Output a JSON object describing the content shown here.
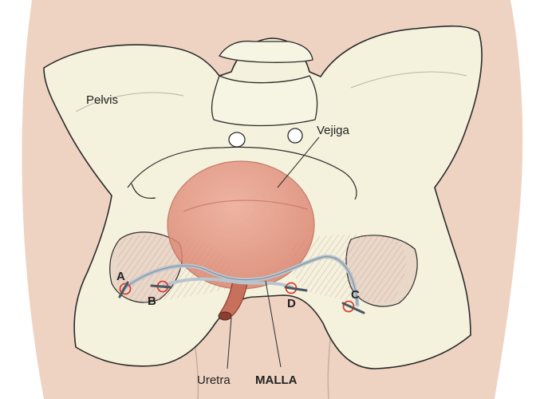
{
  "labels": {
    "pelvis": "Pelvis",
    "bladder": "Vejiga",
    "urethra": "Uretra",
    "mesh": "MALLA"
  },
  "anchor_points": [
    "A",
    "B",
    "C",
    "D"
  ],
  "colors": {
    "skin": "#efd3c2",
    "bone": "#f4f2dc",
    "bone_outline": "#2b2b2b",
    "bladder": "#e28f7d",
    "anchor_ring": "#d8412c",
    "mesh": "#b8c4ce"
  }
}
